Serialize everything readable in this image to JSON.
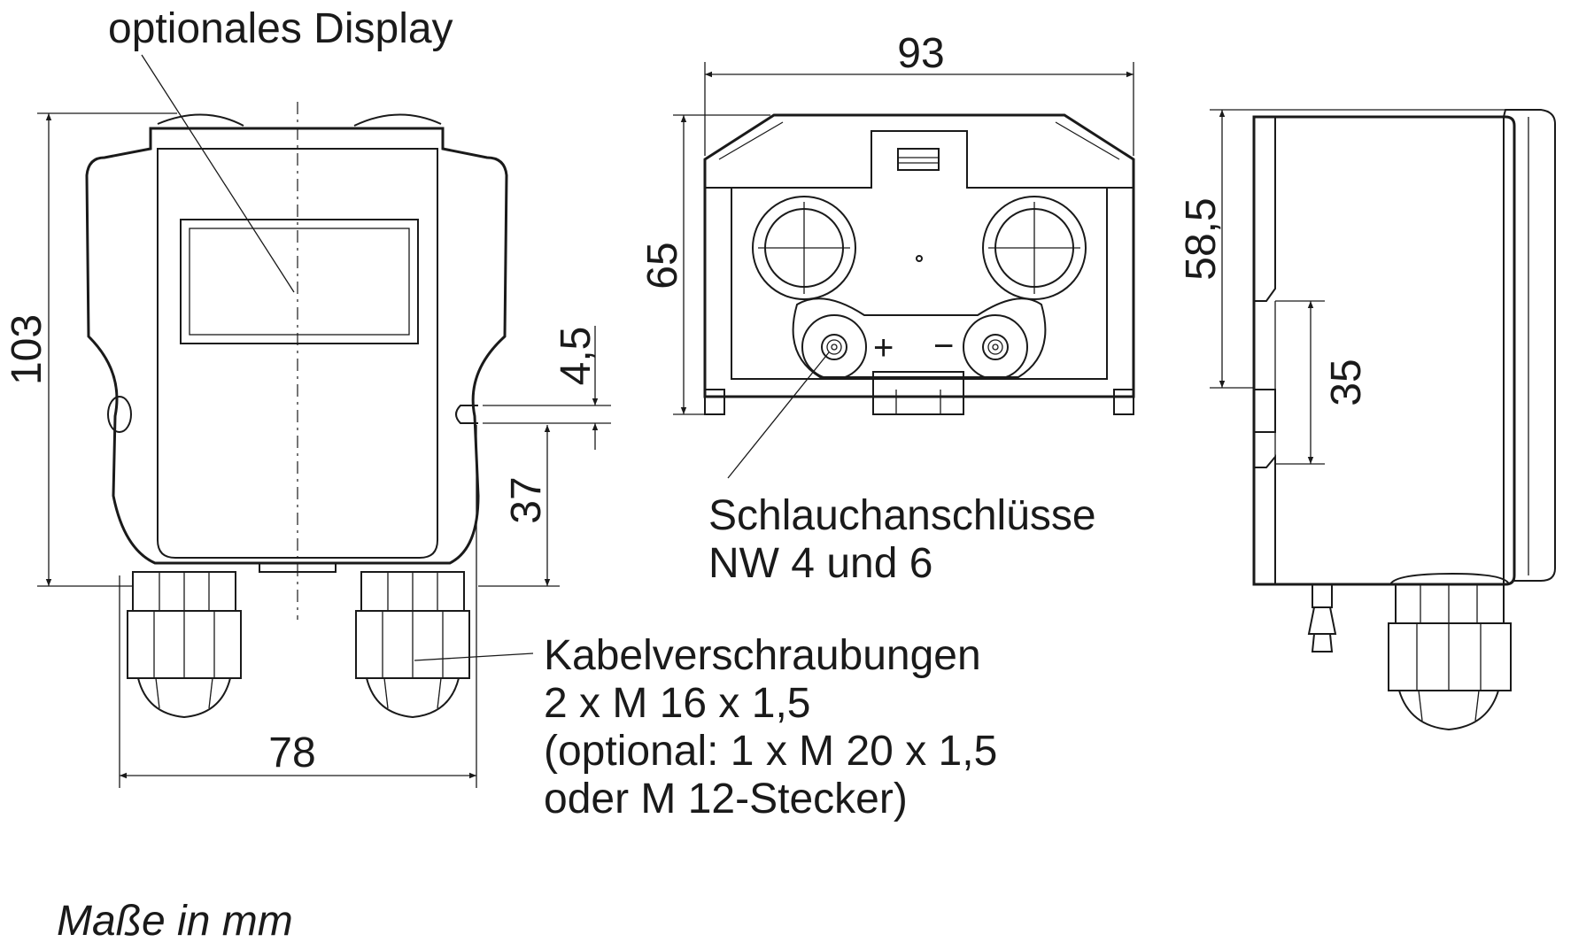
{
  "front_view": {
    "display_note": "optionales Display",
    "dim_height": "103",
    "dim_width": "78",
    "dim_port_offset": "4,5",
    "dim_port_height": "37",
    "cable_glands_note": [
      "Kabelverschraubungen",
      "2 x M 16 x 1,5",
      "(optional: 1 x M 20 x 1,5",
      "oder M 12-Stecker)"
    ]
  },
  "top_view": {
    "dim_width": "93",
    "dim_height": "65",
    "plus_sign": "+",
    "minus_sign": "−",
    "hose_note": [
      "Schlauchanschlüsse",
      "NW 4 und 6"
    ]
  },
  "side_view": {
    "dim_upper": "58,5",
    "dim_mount": "35"
  },
  "units_note": "Maße in mm"
}
